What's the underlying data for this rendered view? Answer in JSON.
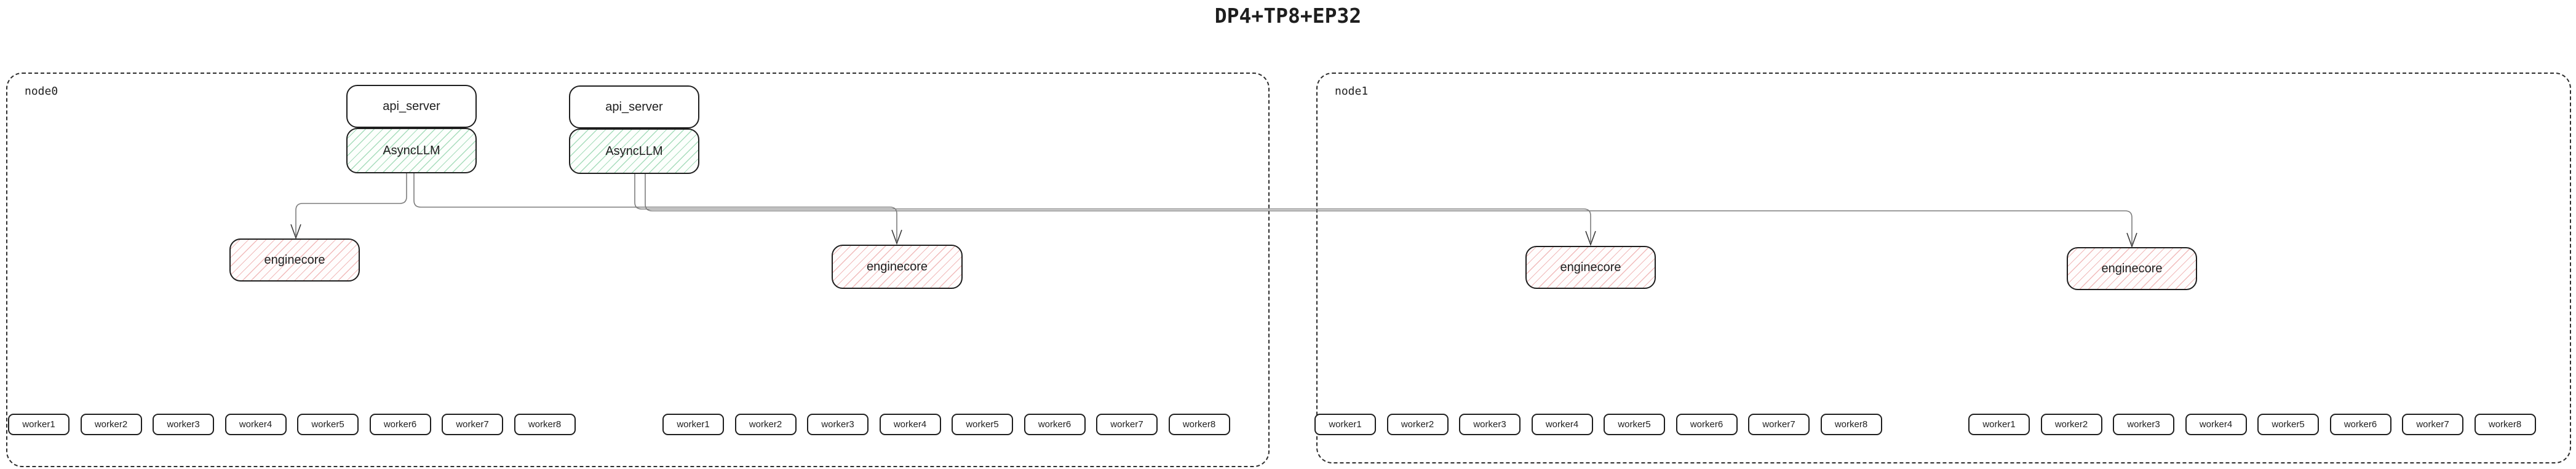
{
  "title": "DP4+TP8+EP32",
  "nodes": [
    {
      "label": "node0",
      "pairs": [
        {
          "api_server": "api_server",
          "async_llm": "AsyncLLM"
        },
        {
          "api_server": "api_server",
          "async_llm": "AsyncLLM"
        }
      ],
      "enginecores": [
        "enginecore",
        "enginecore"
      ],
      "worker_groups": [
        [
          "worker1",
          "worker2",
          "worker3",
          "worker4",
          "worker5",
          "worker6",
          "worker7",
          "worker8"
        ],
        [
          "worker1",
          "worker2",
          "worker3",
          "worker4",
          "worker5",
          "worker6",
          "worker7",
          "worker8"
        ]
      ]
    },
    {
      "label": "node1",
      "enginecores": [
        "enginecore",
        "enginecore"
      ],
      "worker_groups": [
        [
          "worker1",
          "worker2",
          "worker3",
          "worker4",
          "worker5",
          "worker6",
          "worker7",
          "worker8"
        ],
        [
          "worker1",
          "worker2",
          "worker3",
          "worker4",
          "worker5",
          "worker6",
          "worker7",
          "worker8"
        ]
      ]
    }
  ],
  "colors": {
    "border": "#1e1e1e",
    "text": "#1e1e1e",
    "edge": "#7d7d7d",
    "arrow": "#3a3a3a",
    "async_llm_hatch_line": "#52ba7b",
    "enginecore_hatch_line": "#e06a6a"
  }
}
